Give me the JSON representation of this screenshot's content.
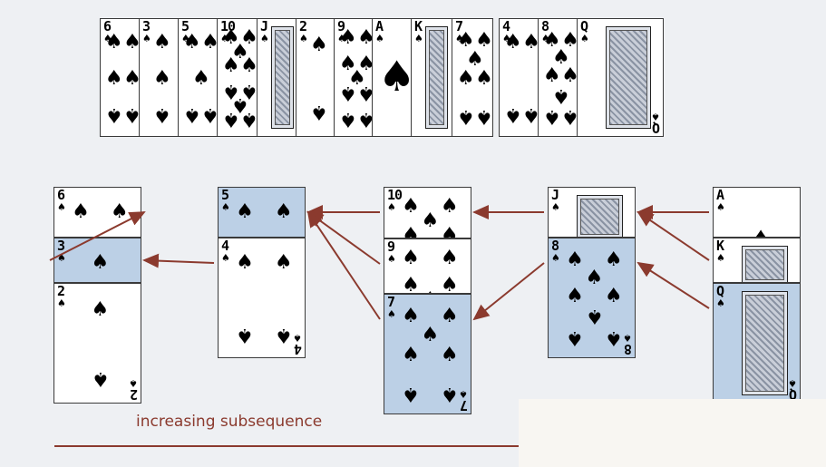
{
  "caption": "increasing subsequence",
  "colors": {
    "accent": "#8b3a2e",
    "highlight": "#bcd0e6",
    "background": "#eef0f3"
  },
  "suit_symbol": "♠",
  "deck": [
    {
      "rank": "6"
    },
    {
      "rank": "3"
    },
    {
      "rank": "5"
    },
    {
      "rank": "10"
    },
    {
      "rank": "J"
    },
    {
      "rank": "2"
    },
    {
      "rank": "9"
    },
    {
      "rank": "A"
    },
    {
      "rank": "K"
    },
    {
      "rank": "7"
    },
    {
      "rank": "4"
    },
    {
      "rank": "8"
    },
    {
      "rank": "Q"
    }
  ],
  "piles": [
    [
      {
        "rank": "6",
        "hl": false
      },
      {
        "rank": "3",
        "hl": true
      },
      {
        "rank": "2",
        "hl": false
      }
    ],
    [
      {
        "rank": "5",
        "hl": true
      },
      {
        "rank": "4",
        "hl": false
      }
    ],
    [
      {
        "rank": "10",
        "hl": false
      },
      {
        "rank": "9",
        "hl": false
      },
      {
        "rank": "7",
        "hl": true
      }
    ],
    [
      {
        "rank": "J",
        "hl": false
      },
      {
        "rank": "8",
        "hl": true
      }
    ],
    [
      {
        "rank": "A",
        "hl": false
      },
      {
        "rank": "K",
        "hl": false
      },
      {
        "rank": "Q",
        "hl": true
      }
    ]
  ],
  "pointers": [
    {
      "from": "3",
      "to": "6"
    },
    {
      "from": "4",
      "to": "3"
    },
    {
      "from": "10",
      "to": "5"
    },
    {
      "from": "9",
      "to": "5"
    },
    {
      "from": "7",
      "to": "5"
    },
    {
      "from": "J",
      "to": "10"
    },
    {
      "from": "8",
      "to": "7"
    },
    {
      "from": "A",
      "to": "J"
    },
    {
      "from": "K",
      "to": "J"
    },
    {
      "from": "Q",
      "to": "8"
    }
  ]
}
